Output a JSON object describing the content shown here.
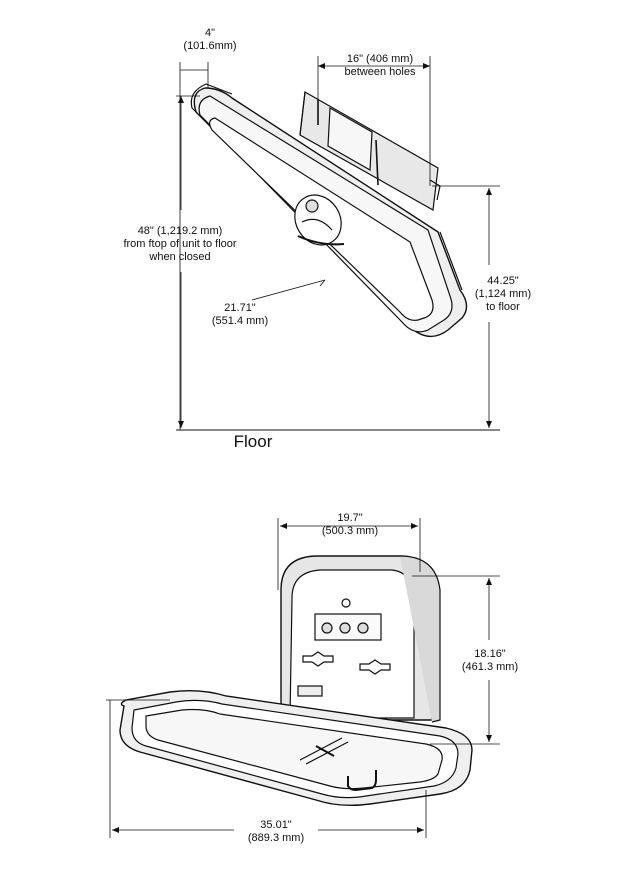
{
  "top": {
    "depth": {
      "imperial": "4\"",
      "metric": "(101.6mm)"
    },
    "hole_spacing": {
      "imperial": "16\" (406 mm)",
      "metric": "between holes"
    },
    "closed_height": {
      "line1": "48\" (1,219.2 mm)",
      "line2": "from ftop of unit to floor",
      "line3": "when closed"
    },
    "width": {
      "imperial": "21.71\"",
      "metric": "(551.4 mm)"
    },
    "bracket_height": {
      "imperial": "44.25\"",
      "metric": "(1,124 mm)",
      "line3": "to floor"
    },
    "floor_label": "Floor"
  },
  "bottom": {
    "width": {
      "imperial": "19.7\"",
      "metric": "(500.3 mm)"
    },
    "height": {
      "imperial": "18.16\"",
      "metric": "(461.3 mm)"
    },
    "length": {
      "imperial": "35.01\"",
      "metric": "(889.3 mm)"
    }
  },
  "colors": {
    "line": "#111111",
    "panel": "#f2f2f2",
    "shade": "#d9d9d9"
  }
}
